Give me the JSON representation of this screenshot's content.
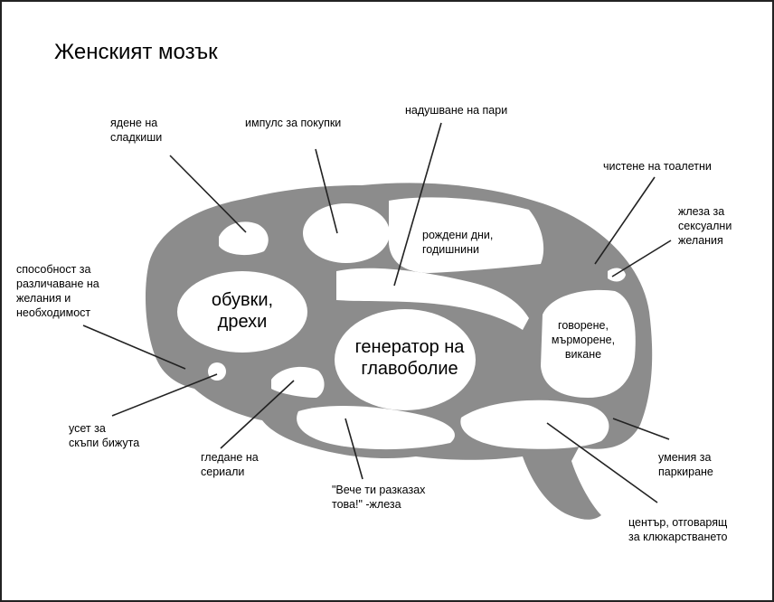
{
  "title": "Женският мозък",
  "regions": {
    "shoes": "обувки,\nдрехи",
    "headache": "генератор на\nглавоболие",
    "birthdays": "рождени дни,\nгодишнини",
    "talking": "говорене,\nмърморене,\nвикане"
  },
  "callouts": {
    "sweets": "ядене на\nсладкиши",
    "shopping": "импулс за покупки",
    "money": "надушване на пари",
    "toilets": "чистене на тоалетни",
    "sexual": "жлеза за\nсексуални\nжелания",
    "distinguish": "способност за\nразличаване на\nжелания и\nнеобходимост",
    "jewelry": "усет за\nскъпи бижута",
    "series": "гледане на\nсериали",
    "told": "\"Вече ти разказах\nтова!\" -жлеза",
    "parking": "умения за\nпаркиране",
    "jealousy": "център, отговарящ\nза клюкарстването"
  },
  "colors": {
    "brain": "#8c8c8c",
    "region": "#ffffff",
    "line": "#222222"
  }
}
